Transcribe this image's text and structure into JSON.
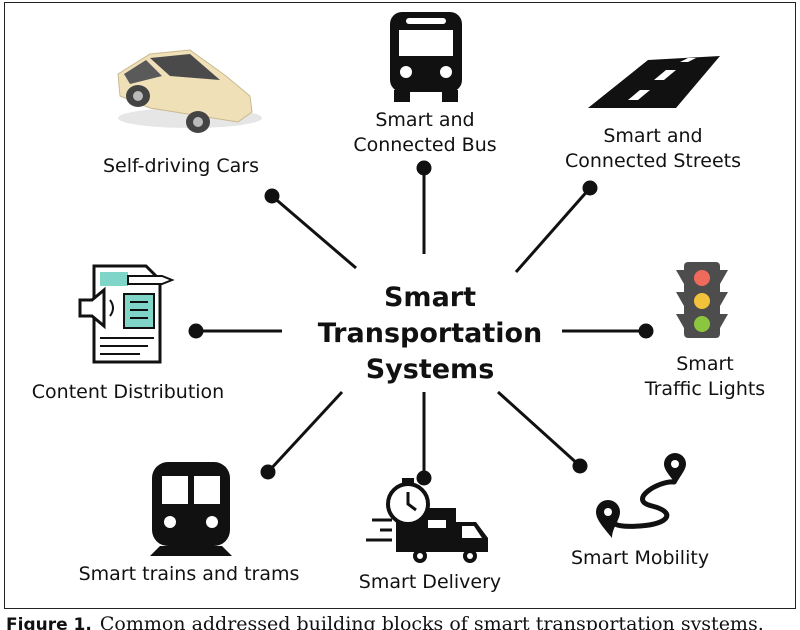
{
  "center": {
    "line1": "Smart",
    "line2": "Transportation",
    "line3": "Systems"
  },
  "nodes": {
    "cars": {
      "label": "Self-driving Cars",
      "icon": "car-icon"
    },
    "bus": {
      "line1": "Smart and",
      "line2": "Connected Bus",
      "icon": "bus-icon"
    },
    "streets": {
      "line1": "Smart and",
      "line2": "Connected Streets",
      "icon": "road-icon"
    },
    "traffic": {
      "line1": "Smart",
      "line2": "Traffic Lights",
      "icon": "traffic-light-icon"
    },
    "mobility": {
      "label": "Smart Mobility",
      "icon": "route-pin-icon"
    },
    "delivery": {
      "label": "Smart Delivery",
      "icon": "delivery-truck-icon"
    },
    "trains": {
      "label": "Smart trains and trams",
      "icon": "train-icon"
    },
    "content": {
      "label": "Content Distribution",
      "icon": "document-megaphone-icon"
    }
  },
  "caption": {
    "figure": "Figure 1.",
    "text": "Common addressed building blocks of smart transportation systems."
  },
  "colors": {
    "ink": "#111111",
    "car_body": "#efe0b8",
    "doc_teal": "#7fd6c8",
    "light_red": "#ef6a5a",
    "light_amber": "#f2c33a",
    "light_green": "#8cc63f",
    "light_housing": "#4d4d4d"
  }
}
